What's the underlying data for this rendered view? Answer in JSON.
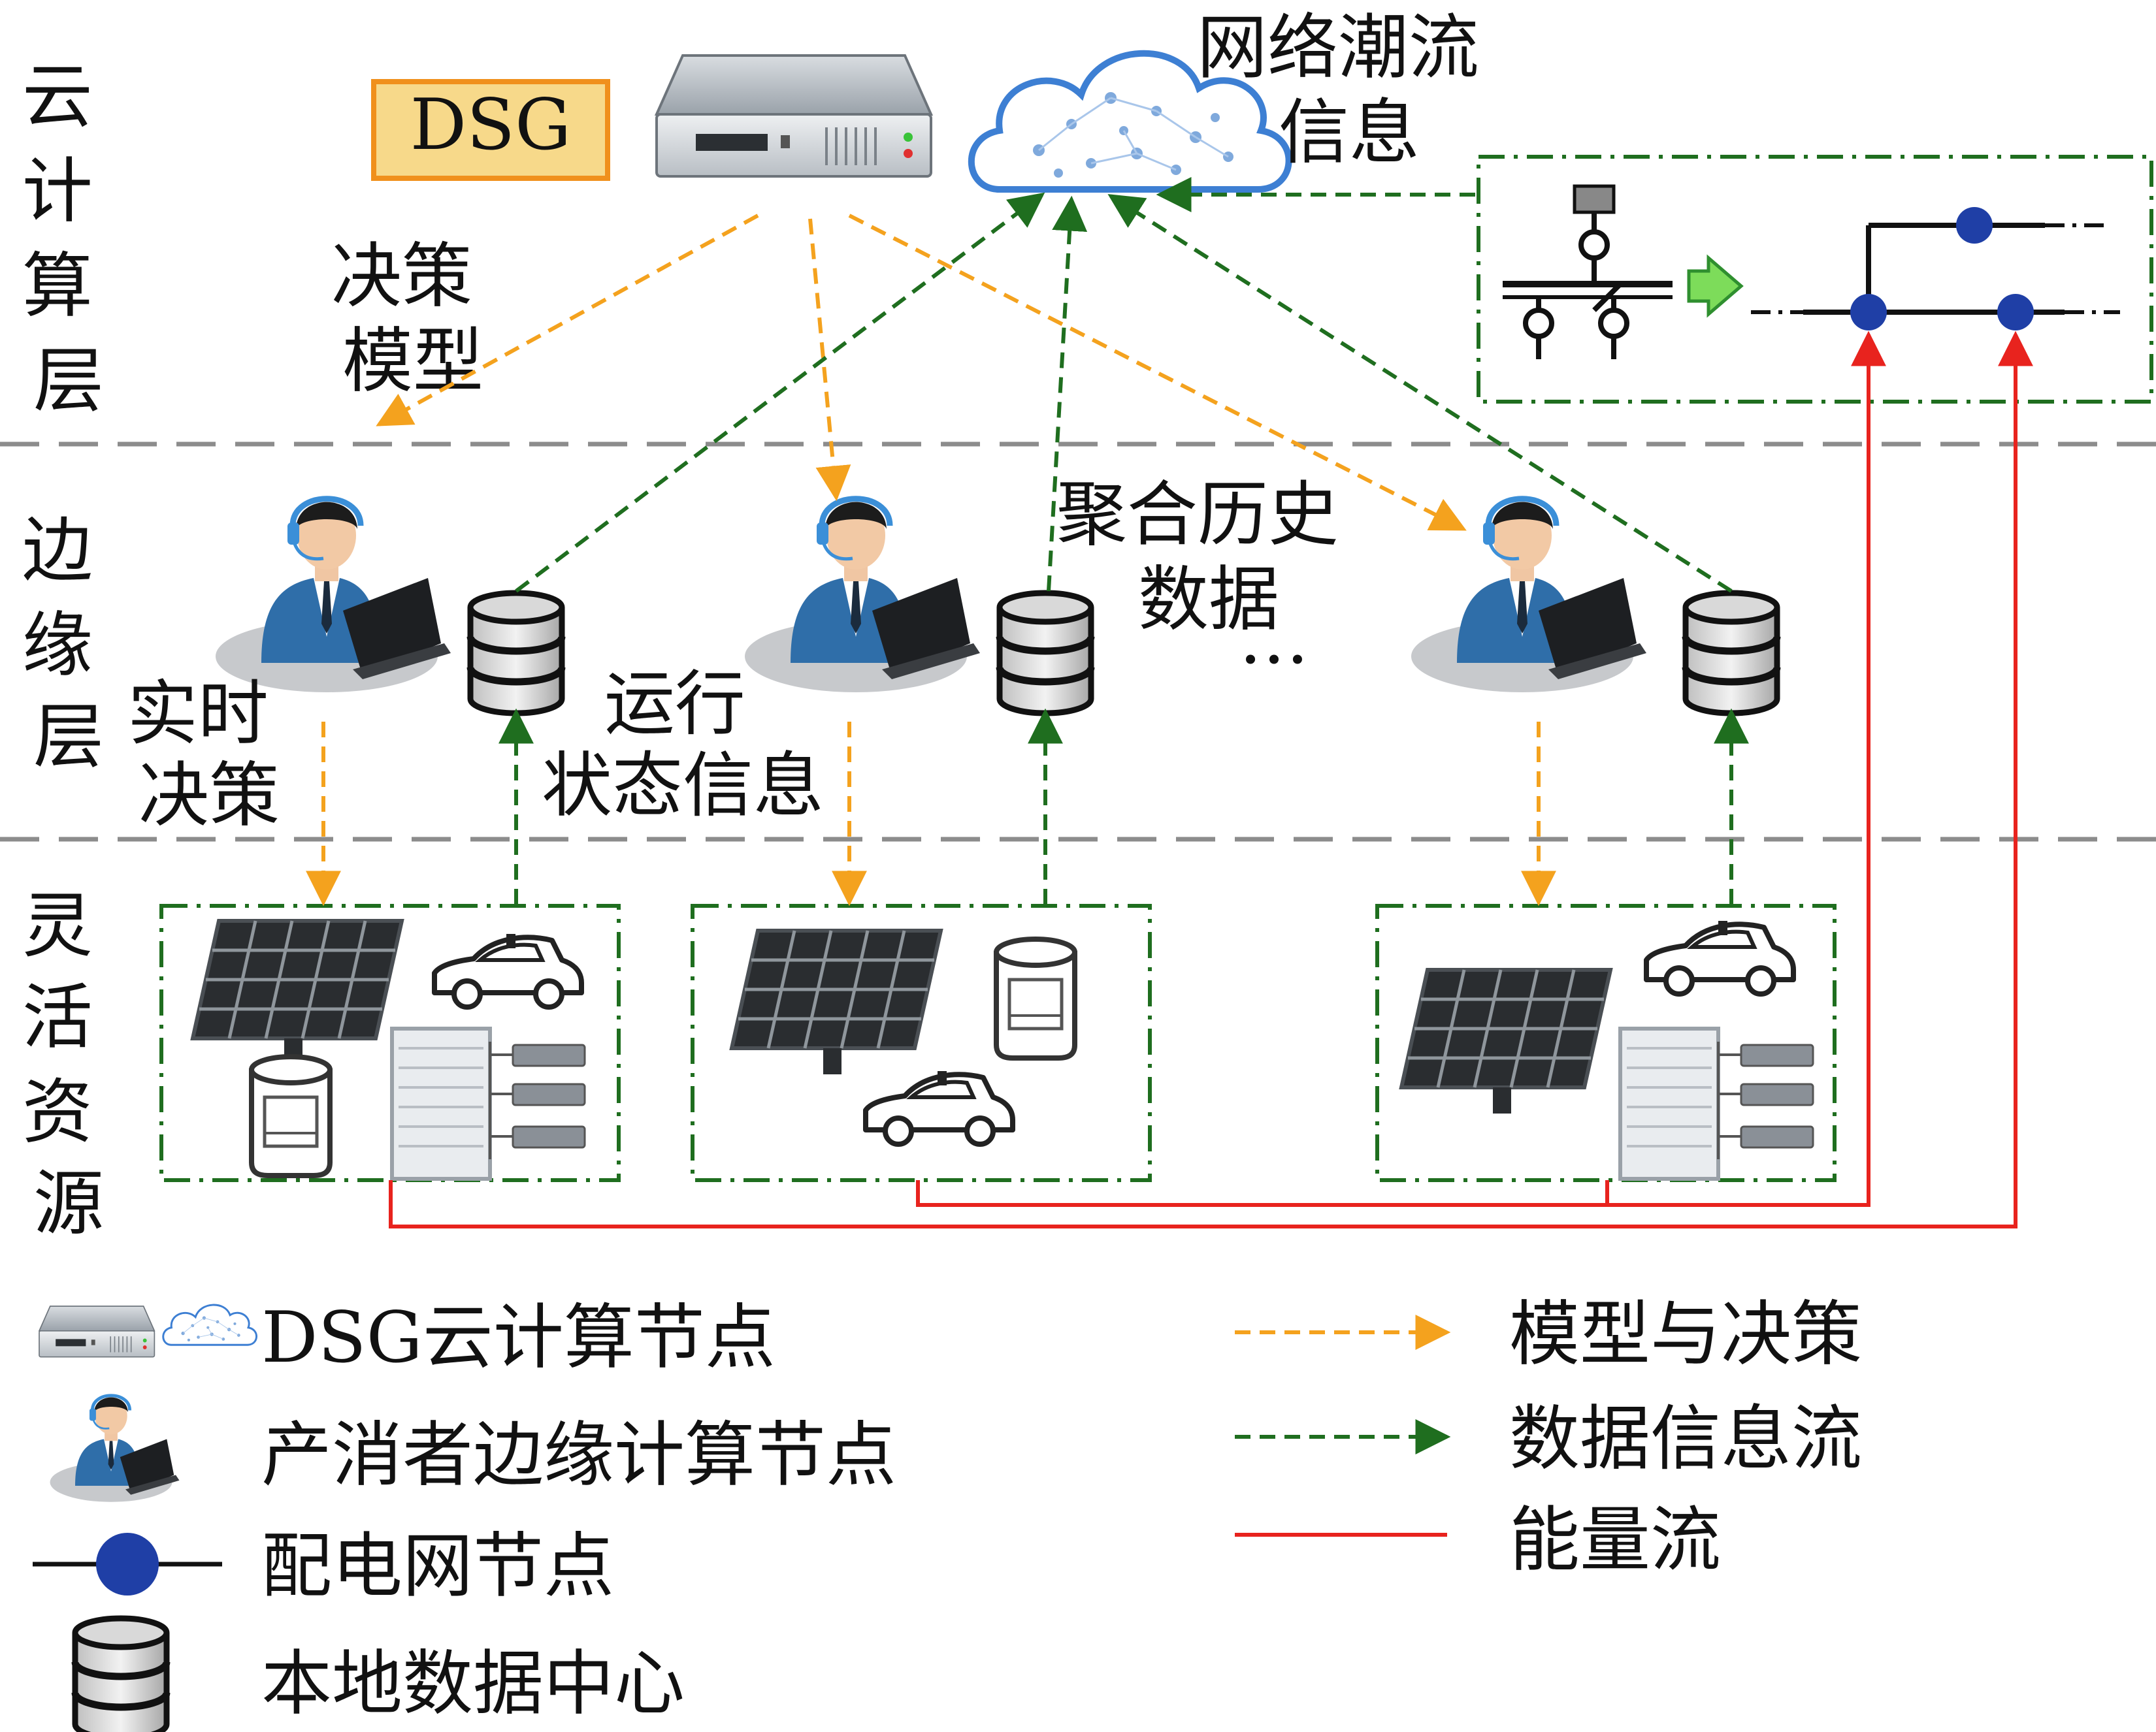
{
  "layers": {
    "cloud": "云计算层",
    "edge": "边缘层",
    "resource": "灵活资源"
  },
  "labels": {
    "dsg_box": "DSG",
    "decision_model_1": "决策",
    "decision_model_2": "模型",
    "network_flow_1": "网络潮流",
    "network_flow_2": "信息",
    "aggregate_1": "聚合历史",
    "aggregate_2": "数据",
    "realtime_1": "实时",
    "realtime_2": "决策",
    "running_1": "运行",
    "running_2": "状态信息",
    "ellipsis": "…"
  },
  "legend": {
    "cloud_node": "DSG云计算节点",
    "edge_node": "产消者边缘计算节点",
    "grid_node": "配电网节点",
    "data_center": "本地数据中心",
    "model_decision": "模型与决策",
    "data_flow": "数据信息流",
    "energy_flow": "能量流"
  },
  "colors": {
    "model_decision": "#f4a21e",
    "data_flow": "#1f6e1f",
    "energy_flow": "#e8231e",
    "grid_node": "#1f3fa6",
    "dsg_box_fill": "#f7d98a",
    "dsg_box_border": "#f0901c"
  }
}
